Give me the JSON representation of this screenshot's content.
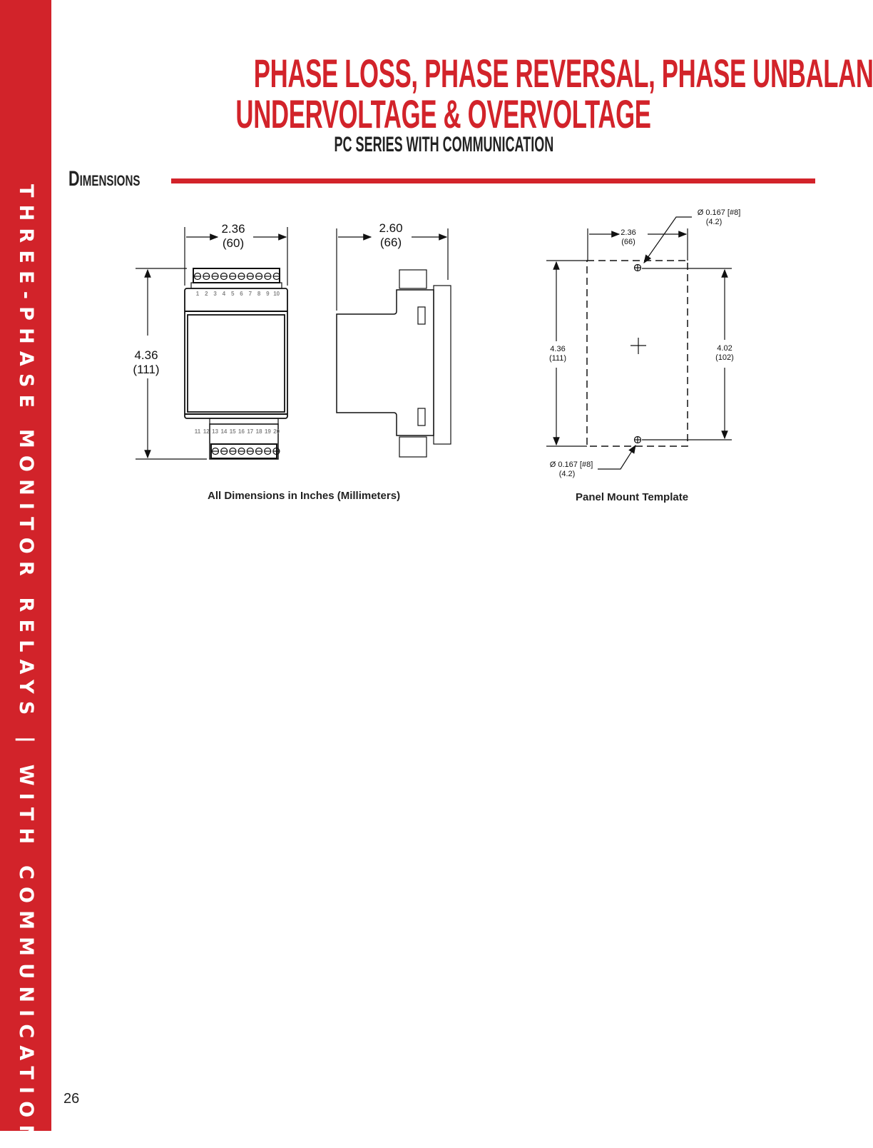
{
  "sidebar": {
    "text": "THREE-PHASE MONITOR RELAYS | WITH COMMUNICATION",
    "color": "#d2232a"
  },
  "header": {
    "title_line1": "PHASE LOSS, PHASE REVERSAL, PHASE UNBALANCE,",
    "title_line2": "UNDERVOLTAGE & OVERVOLTAGE",
    "subtitle": "PC SERIES WITH COMMUNICATION"
  },
  "section": {
    "title": "Dimensions"
  },
  "device_drawing": {
    "front_width": "2.36",
    "front_width_mm": "(60)",
    "height": "4.36",
    "height_mm": "(111)",
    "side_depth": "2.60",
    "side_depth_mm": "(66)",
    "top_terminals": [
      "1",
      "2",
      "3",
      "4",
      "5",
      "6",
      "7",
      "8",
      "9",
      "10"
    ],
    "bottom_terminals": [
      "11",
      "12",
      "13",
      "14",
      "15",
      "16",
      "17",
      "18",
      "19",
      "20"
    ],
    "caption": "All Dimensions in Inches (Millimeters)"
  },
  "panel_template": {
    "width": "2.36",
    "width_mm": "(66)",
    "height": "4.36",
    "height_mm": "(111)",
    "hole_spacing": "4.02",
    "hole_spacing_mm": "(102)",
    "hole_top": "Ø 0.167 [#8]",
    "hole_top_mm": "(4.2)",
    "hole_bottom": "Ø 0.167 [#8]",
    "hole_bottom_mm": "(4.2)",
    "caption": "Panel Mount Template"
  },
  "footer": {
    "page_number": "26"
  }
}
